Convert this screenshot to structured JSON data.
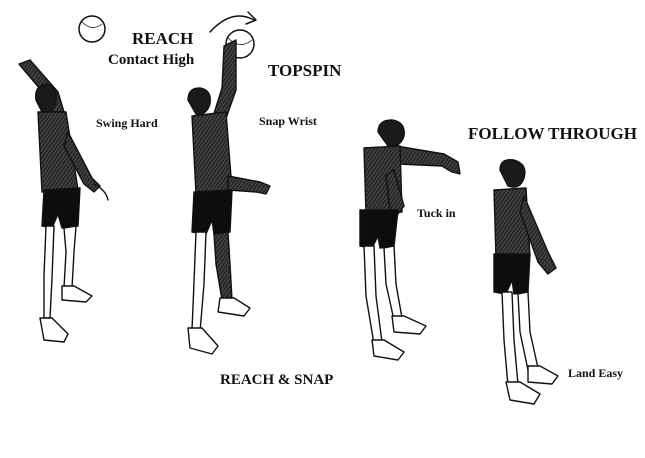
{
  "labels": {
    "reach": "REACH",
    "contact_high": "Contact High",
    "topspin": "TOPSPIN",
    "swing_hard": "Swing Hard",
    "snap_wrist": "Snap Wrist",
    "follow_through": "FOLLOW THROUGH",
    "tuck_in": "Tuck in",
    "reach_and_snap": "REACH & SNAP",
    "land_easy": "Land Easy"
  },
  "colors": {
    "ink": "#111111",
    "shorts": "#0d0d0d",
    "paper": "#ffffff"
  }
}
